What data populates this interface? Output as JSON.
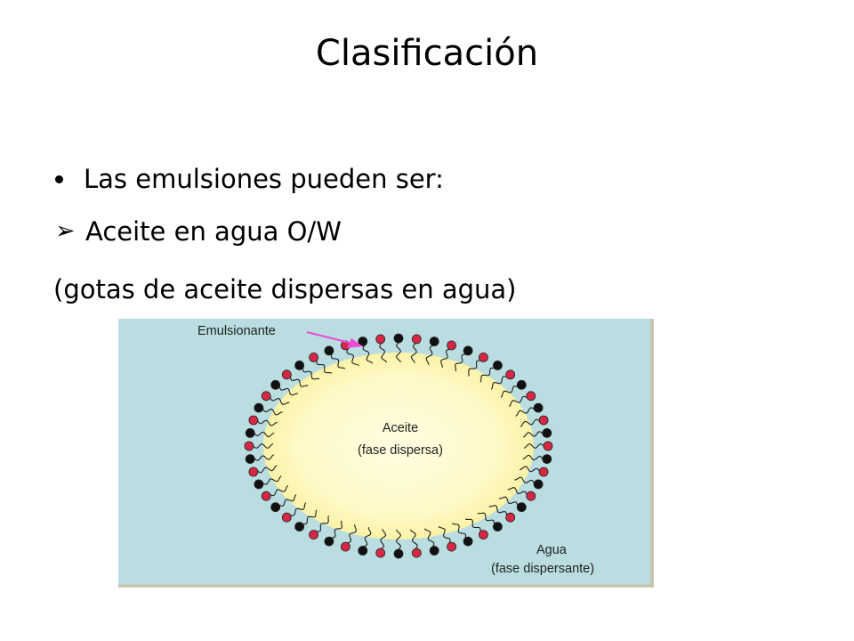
{
  "slide": {
    "title": "Clasificación",
    "bullets": [
      {
        "marker": "bullet",
        "text": "Las emulsiones pueden ser:"
      },
      {
        "marker": "arrow",
        "text": "Aceite en agua O/W"
      }
    ],
    "note": "(gotas de aceite dispersas en agua)"
  },
  "diagram": {
    "label_emulsifier": "Emulsionante",
    "label_oil": "Aceite",
    "label_oil_phase": "(fase dispersa)",
    "label_water": "Agua",
    "label_water_phase": "(fase dispersante)",
    "head_count": 52,
    "colors": {
      "water": "#b9dde0",
      "oil_center": "#fffde2",
      "oil_edge": "#fbf2a6",
      "head_red": "#d62845",
      "head_black": "#111111",
      "arrow": "#ec4bd6",
      "border": "#c9c3a8"
    }
  }
}
